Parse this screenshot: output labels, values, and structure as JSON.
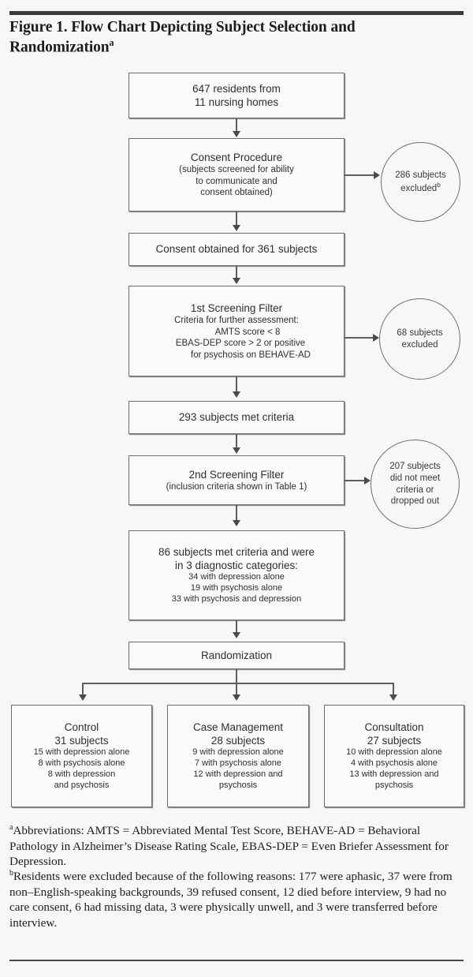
{
  "figure": {
    "title_line1": "Figure 1. Flow Chart Depicting Subject Selection and",
    "title_line2": "Randomization",
    "title_sup": "a"
  },
  "chart_data": {
    "type": "diagram",
    "diagram_type": "flowchart",
    "title": "Figure 1. Flow Chart Depicting Subject Selection and Randomizationa",
    "nodes": [
      {
        "id": "n1",
        "shape": "box",
        "lines": [
          "647 residents from",
          "11 nursing homes"
        ]
      },
      {
        "id": "n2",
        "shape": "box",
        "lines": [
          "Consent Procedure",
          "(subjects screened for ability",
          "to communicate and",
          "consent obtained)"
        ]
      },
      {
        "id": "c1",
        "shape": "circle",
        "lines": [
          "286 subjects",
          "excluded"
        ],
        "sup": "b"
      },
      {
        "id": "n3",
        "shape": "box",
        "lines": [
          "Consent obtained for 361 subjects"
        ]
      },
      {
        "id": "n4",
        "shape": "box",
        "lines": [
          "1st Screening Filter",
          "Criteria for further assessment:",
          "AMTS score < 8",
          "EBAS-DEP score > 2 or positive",
          "for psychosis on BEHAVE-AD"
        ]
      },
      {
        "id": "c2",
        "shape": "circle",
        "lines": [
          "68 subjects",
          "excluded"
        ]
      },
      {
        "id": "n5",
        "shape": "box",
        "lines": [
          "293 subjects met criteria"
        ]
      },
      {
        "id": "n6",
        "shape": "box",
        "lines": [
          "2nd Screening Filter",
          "(inclusion criteria shown in Table 1)"
        ]
      },
      {
        "id": "c3",
        "shape": "circle",
        "lines": [
          "207 subjects",
          "did not meet",
          "criteria or",
          "dropped out"
        ]
      },
      {
        "id": "n7",
        "shape": "box",
        "lines": [
          "86 subjects met criteria and were",
          "in 3 diagnostic categories:",
          "34 with depression alone",
          "19 with psychosis alone",
          "33 with psychosis and depression"
        ]
      },
      {
        "id": "n8",
        "shape": "box",
        "lines": [
          "Randomization"
        ]
      },
      {
        "id": "a1",
        "shape": "box",
        "lines": [
          "Control",
          "31 subjects",
          "15 with depression alone",
          "8 with psychosis alone",
          "8 with depression",
          "and psychosis"
        ]
      },
      {
        "id": "a2",
        "shape": "box",
        "lines": [
          "Case Management",
          "28 subjects",
          "9 with depression alone",
          "7 with psychosis alone",
          "12 with depression and",
          "psychosis"
        ]
      },
      {
        "id": "a3",
        "shape": "box",
        "lines": [
          "Consultation",
          "27 subjects",
          "10 with depression alone",
          "4 with psychosis alone",
          "13 with depression and",
          "psychosis"
        ]
      }
    ],
    "edges": [
      {
        "from": "n1",
        "to": "n2"
      },
      {
        "from": "n2",
        "to": "c1"
      },
      {
        "from": "n2",
        "to": "n3"
      },
      {
        "from": "n3",
        "to": "n4"
      },
      {
        "from": "n4",
        "to": "c2"
      },
      {
        "from": "n4",
        "to": "n5"
      },
      {
        "from": "n5",
        "to": "n6"
      },
      {
        "from": "n6",
        "to": "c3"
      },
      {
        "from": "n6",
        "to": "n7"
      },
      {
        "from": "n7",
        "to": "n8"
      },
      {
        "from": "n8",
        "to": "a1"
      },
      {
        "from": "n8",
        "to": "a2"
      },
      {
        "from": "n8",
        "to": "a3"
      }
    ],
    "counts": {
      "residents": 647,
      "nursing_homes": 11,
      "excluded_consent": 286,
      "consent_obtained": 361,
      "excluded_first_filter": 68,
      "met_criteria_first": 293,
      "not_met_or_dropped": 207,
      "met_criteria_final": 86,
      "depression_alone": 34,
      "psychosis_alone": 19,
      "psychosis_and_depression": 33,
      "control_total": 31,
      "case_management_total": 28,
      "consultation_total": 27
    },
    "stroke_color": "#6e6e6e",
    "background": "#f7f7f5"
  },
  "boxes": {
    "residents": {
      "l1": "647 residents from",
      "l2": "11 nursing homes"
    },
    "consent_procedure": {
      "l1": "Consent Procedure",
      "l2": "(subjects screened for ability",
      "l3": "to communicate and",
      "l4": "consent obtained)"
    },
    "consent_obtained": {
      "l1": "Consent obtained for 361 subjects"
    },
    "first_filter": {
      "l1": "1st Screening Filter",
      "l2": "Criteria for further assessment:",
      "l3": "AMTS score < 8",
      "l4": "EBAS-DEP score > 2 or positive",
      "l5": "for psychosis on BEHAVE-AD"
    },
    "met_criteria_293": {
      "l1": "293 subjects met criteria"
    },
    "second_filter": {
      "l1": "2nd Screening Filter",
      "l2": "(inclusion criteria shown in Table 1)"
    },
    "categories_86": {
      "l1": "86 subjects met criteria and were",
      "l2": "in 3 diagnostic categories:",
      "l3": "34 with depression alone",
      "l4": "19 with psychosis alone",
      "l5": "33 with psychosis and depression"
    },
    "randomization": {
      "l1": "Randomization"
    },
    "arm_control": {
      "l1": "Control",
      "l2": "31 subjects",
      "l3": "15 with depression alone",
      "l4": "8 with psychosis alone",
      "l5": "8 with depression",
      "l6": "and psychosis"
    },
    "arm_case_management": {
      "l1": "Case Management",
      "l2": "28 subjects",
      "l3": "9 with depression alone",
      "l4": "7 with psychosis alone",
      "l5": "12 with depression and",
      "l6": "psychosis"
    },
    "arm_consultation": {
      "l1": "Consultation",
      "l2": "27 subjects",
      "l3": "10 with depression alone",
      "l4": "4 with psychosis alone",
      "l5": "13 with depression and",
      "l6": "psychosis"
    }
  },
  "circles": {
    "excluded_286": {
      "l1": "286 subjects",
      "l2": "excluded",
      "sup": "b"
    },
    "excluded_68": {
      "l1": "68 subjects",
      "l2": "excluded"
    },
    "dropped_207": {
      "l1": "207 subjects",
      "l2": "did not meet",
      "l3": "criteria or",
      "l4": "dropped out"
    }
  },
  "footnotes": {
    "a_marker": "a",
    "a_text": "Abbreviations: AMTS = Abbreviated Mental Test Score, BEHAVE-AD = Behavioral Pathology in Alzheimer’s Disease Rating Scale, EBAS-DEP = Even Briefer Assessment for Depression.",
    "b_marker": "b",
    "b_text": "Residents were excluded because of the following reasons: 177 were aphasic, 37 were from non–English-speaking backgrounds, 39 refused consent, 12 died before interview, 9 had no care consent, 6 had missing data, 3 were physically unwell, and 3 were transferred before interview."
  }
}
